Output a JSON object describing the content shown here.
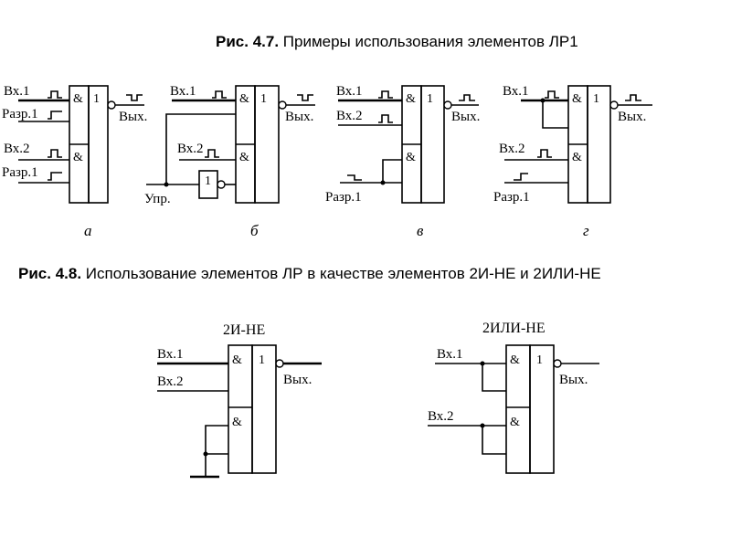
{
  "captions": {
    "fig47_num": "Рис. 4.7.",
    "fig47_text": "Примеры использования элементов ЛР1",
    "fig48_num": "Рис. 4.8.",
    "fig48_text": "Использование элементов ЛР в качестве элементов 2И-НЕ и 2ИЛИ-НЕ"
  },
  "gates": {
    "and": "&",
    "or": "1"
  },
  "fig47": {
    "a": {
      "in1": "Вх.1",
      "en1": "Разр.1",
      "in2": "Вх.2",
      "en2": "Разр.1",
      "out": "Вых.",
      "label": "а"
    },
    "b": {
      "in1": "Вх.1",
      "in2": "Вх.2",
      "ctrl": "Упр.",
      "inv": "1",
      "out": "Вых.",
      "label": "б"
    },
    "v": {
      "in1": "Вх.1",
      "in2": "Вх.2",
      "en": "Разр.1",
      "out": "Вых.",
      "label": "в"
    },
    "g": {
      "in1": "Вх.1",
      "in2": "Вх.2",
      "en": "Разр.1",
      "out": "Вых.",
      "label": "г"
    }
  },
  "fig48": {
    "nand": {
      "title": "2И-НЕ",
      "in1": "Вх.1",
      "in2": "Вх.2",
      "out": "Вых."
    },
    "nor": {
      "title": "2ИЛИ-НЕ",
      "in1": "Вх.1",
      "in2": "Вх.2",
      "out": "Вых."
    }
  }
}
